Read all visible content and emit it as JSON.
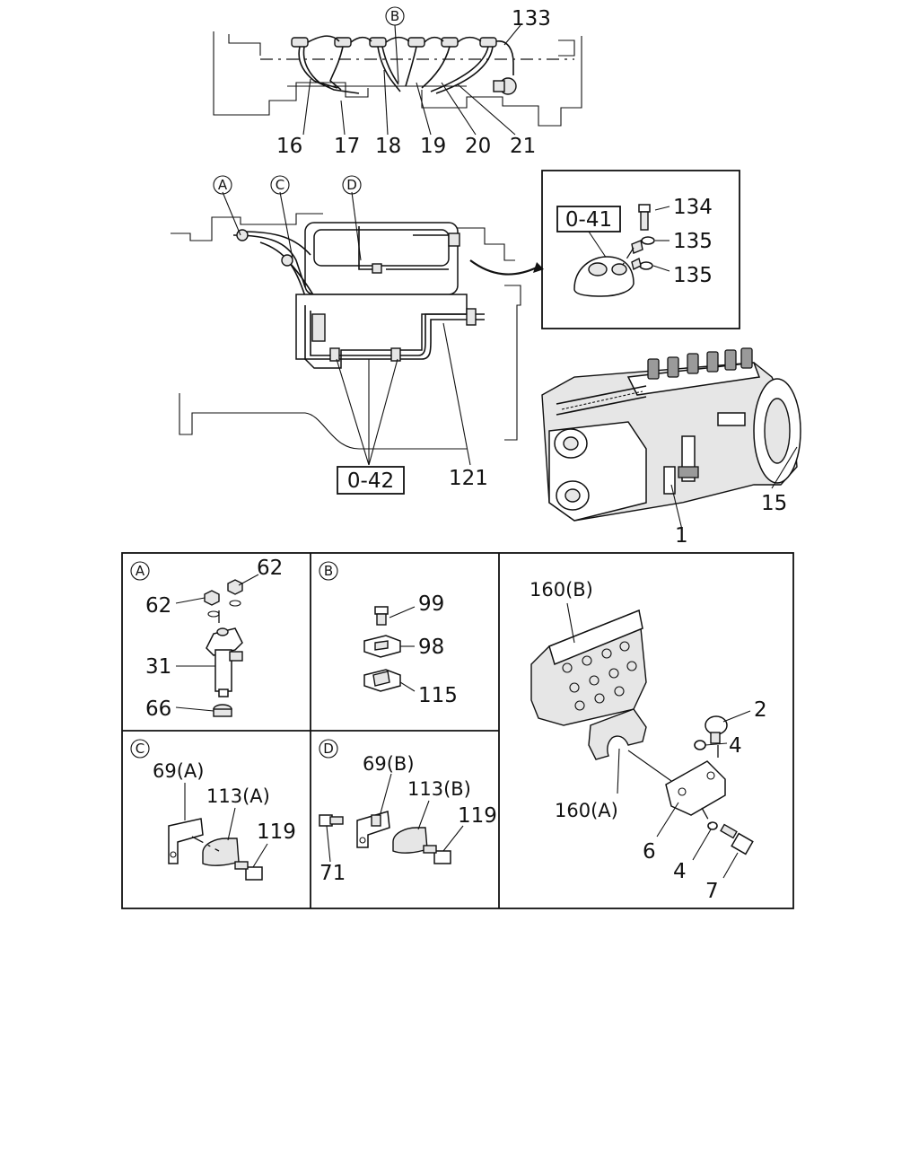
{
  "top_view": {
    "callouts": {
      "b": "B",
      "p133": "133",
      "p16": "16",
      "p17": "17",
      "p18": "18",
      "p19": "19",
      "p20": "20",
      "p21": "21"
    }
  },
  "mid_view": {
    "callouts": {
      "a": "A",
      "c": "C",
      "d": "D",
      "ref042": "0-42",
      "p121": "121"
    }
  },
  "inset_041": {
    "ref": "0-41",
    "p134": "134",
    "p135a": "135",
    "p135b": "135"
  },
  "pump": {
    "p15": "15",
    "p1": "1"
  },
  "detail_a": {
    "letter": "A",
    "p62a": "62",
    "p62b": "62",
    "p31": "31",
    "p66": "66"
  },
  "detail_b": {
    "letter": "B",
    "p99": "99",
    "p98": "98",
    "p115": "115"
  },
  "detail_c": {
    "letter": "C",
    "p69a": "69(A)",
    "p113a": "113(A)",
    "p119": "119"
  },
  "detail_d": {
    "letter": "D",
    "p69b": "69(B)",
    "p113b": "113(B)",
    "p119": "119",
    "p71": "71"
  },
  "detail_mount": {
    "p160b": "160(B)",
    "p160a": "160(A)",
    "p2": "2",
    "p4a": "4",
    "p4b": "4",
    "p6": "6",
    "p7": "7"
  }
}
